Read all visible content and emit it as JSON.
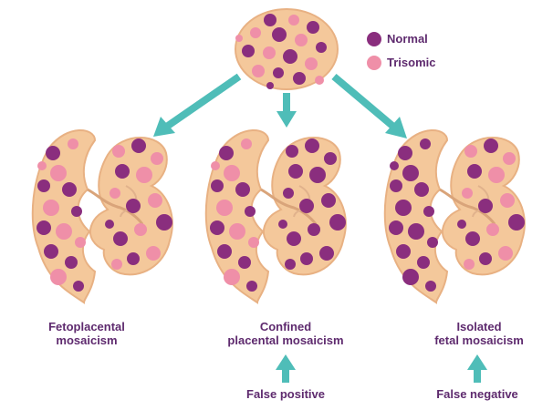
{
  "colors": {
    "tissue": "#f4c89b",
    "tissue_stroke": "#e8b183",
    "normal": "#8a2e7e",
    "trisomic": "#ef8fa8",
    "arrow": "#4fbdb8",
    "text": "#5e2a6e"
  },
  "legend": {
    "normal_label": "Normal",
    "trisomic_label": "Trisomic"
  },
  "panels": [
    {
      "title_line1": "Fetoplacental",
      "title_line2": "mosaicism",
      "result": ""
    },
    {
      "title_line1": "Confined",
      "title_line2": "placental mosaicism",
      "result": "False positive"
    },
    {
      "title_line1": "Isolated",
      "title_line2": "fetal mosaicism",
      "result": "False negative"
    }
  ]
}
